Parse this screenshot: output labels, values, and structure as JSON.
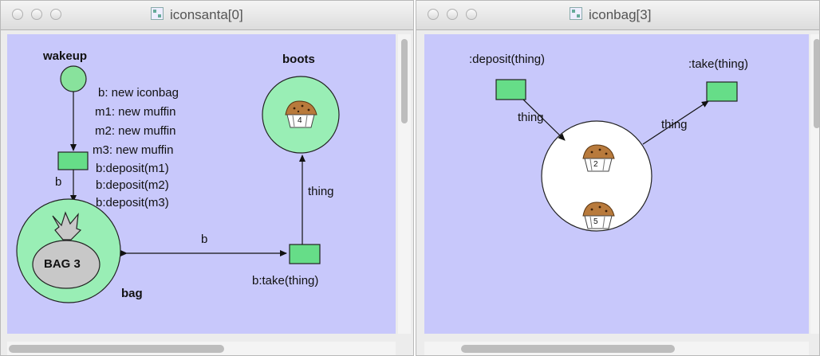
{
  "left_window": {
    "title": "iconsanta[0]",
    "labels": {
      "wakeup": "wakeup",
      "boots": "boots",
      "bag": "bag",
      "bag_icon_text": "BAG 3",
      "arc_b_down": "b",
      "arc_b_horizontal": "b",
      "arc_thing": "thing",
      "take_transition": "b:take(thing)",
      "muffin_count": "4"
    },
    "action_lines": [
      "b: new iconbag",
      "m1: new muffin",
      "m2: new muffin",
      "m3: new muffin",
      "b:deposit(m1)",
      "b:deposit(m2)",
      "b:deposit(m3)"
    ]
  },
  "right_window": {
    "title": "iconbag[3]",
    "labels": {
      "deposit_transition": ":deposit(thing)",
      "take_transition": ":take(thing)",
      "arc_in": "thing",
      "arc_out": "thing",
      "muffin_top_count": "2",
      "muffin_bottom_count": "5"
    }
  },
  "colors": {
    "canvas": "#c8c8fb",
    "place_fill": "#99eeb5",
    "transition_fill": "#66dd88",
    "bag_icon_fill": "#c8c8c8"
  }
}
